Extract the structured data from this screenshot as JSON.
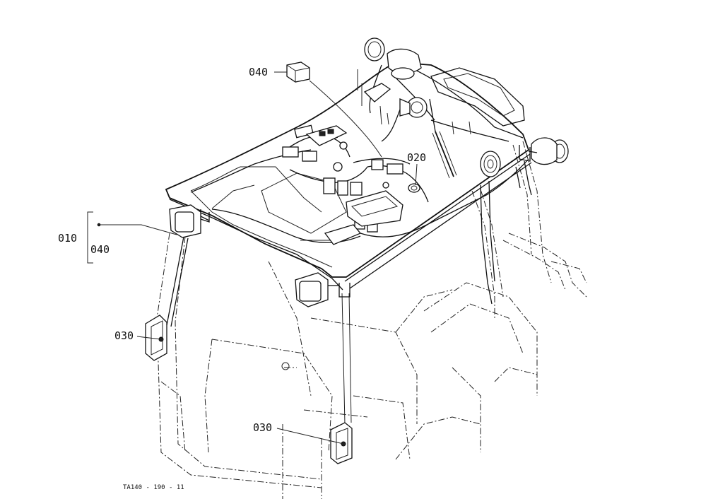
{
  "callouts": {
    "c010": "010",
    "c040_bracket": "040",
    "c040_relay": "040",
    "c020": "020",
    "c030_left": "030",
    "c030_bottom": "030"
  },
  "figure_ref": "TA140 - 190 - 11",
  "colors": {
    "line": "#111111",
    "background": "#ffffff"
  }
}
